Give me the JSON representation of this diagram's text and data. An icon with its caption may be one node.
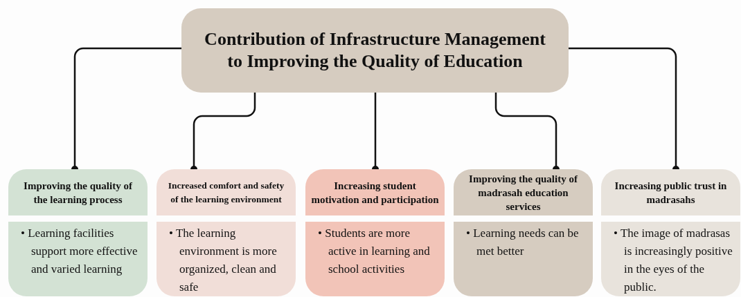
{
  "diagram": {
    "nodes": [
      {
        "text": [
          "Contribution of Infrastructure Management to Improving the Quality of Education"
        ]
      },
      {
        "text": [
          "Improving the quality of the learning process"
        ]
      },
      {
        "text": [
          "• Learning facilities support more effective and varied learning"
        ]
      },
      {
        "text": [
          "Increased comfort and safety of the learning environment"
        ]
      },
      {
        "text": [
          "• The learning environment is more organized, clean and safe"
        ]
      },
      {
        "text": [
          "Increasing student motivation and participation"
        ]
      },
      {
        "text": [
          "• Students are more active in learning and school activities"
        ]
      },
      {
        "text": [
          "Improving the quality of madrasah education services"
        ]
      },
      {
        "text": [
          "• Learning needs can be met better"
        ]
      },
      {
        "text": [
          "Increasing public trust in madrasahs"
        ]
      },
      {
        "text": [
          "• The image of madrasas is increasingly positive in the eyes of the public."
        ]
      }
    ],
    "edges": [
      {
        "from": 0,
        "to": 1,
        "arrow": "other"
      },
      {
        "from": 0,
        "to": 3,
        "arrow": "other"
      },
      {
        "from": 0,
        "to": 5,
        "arrow": "other"
      },
      {
        "from": 0,
        "to": 7,
        "arrow": "other"
      },
      {
        "from": 0,
        "to": 9,
        "arrow": "other"
      }
    ]
  }
}
